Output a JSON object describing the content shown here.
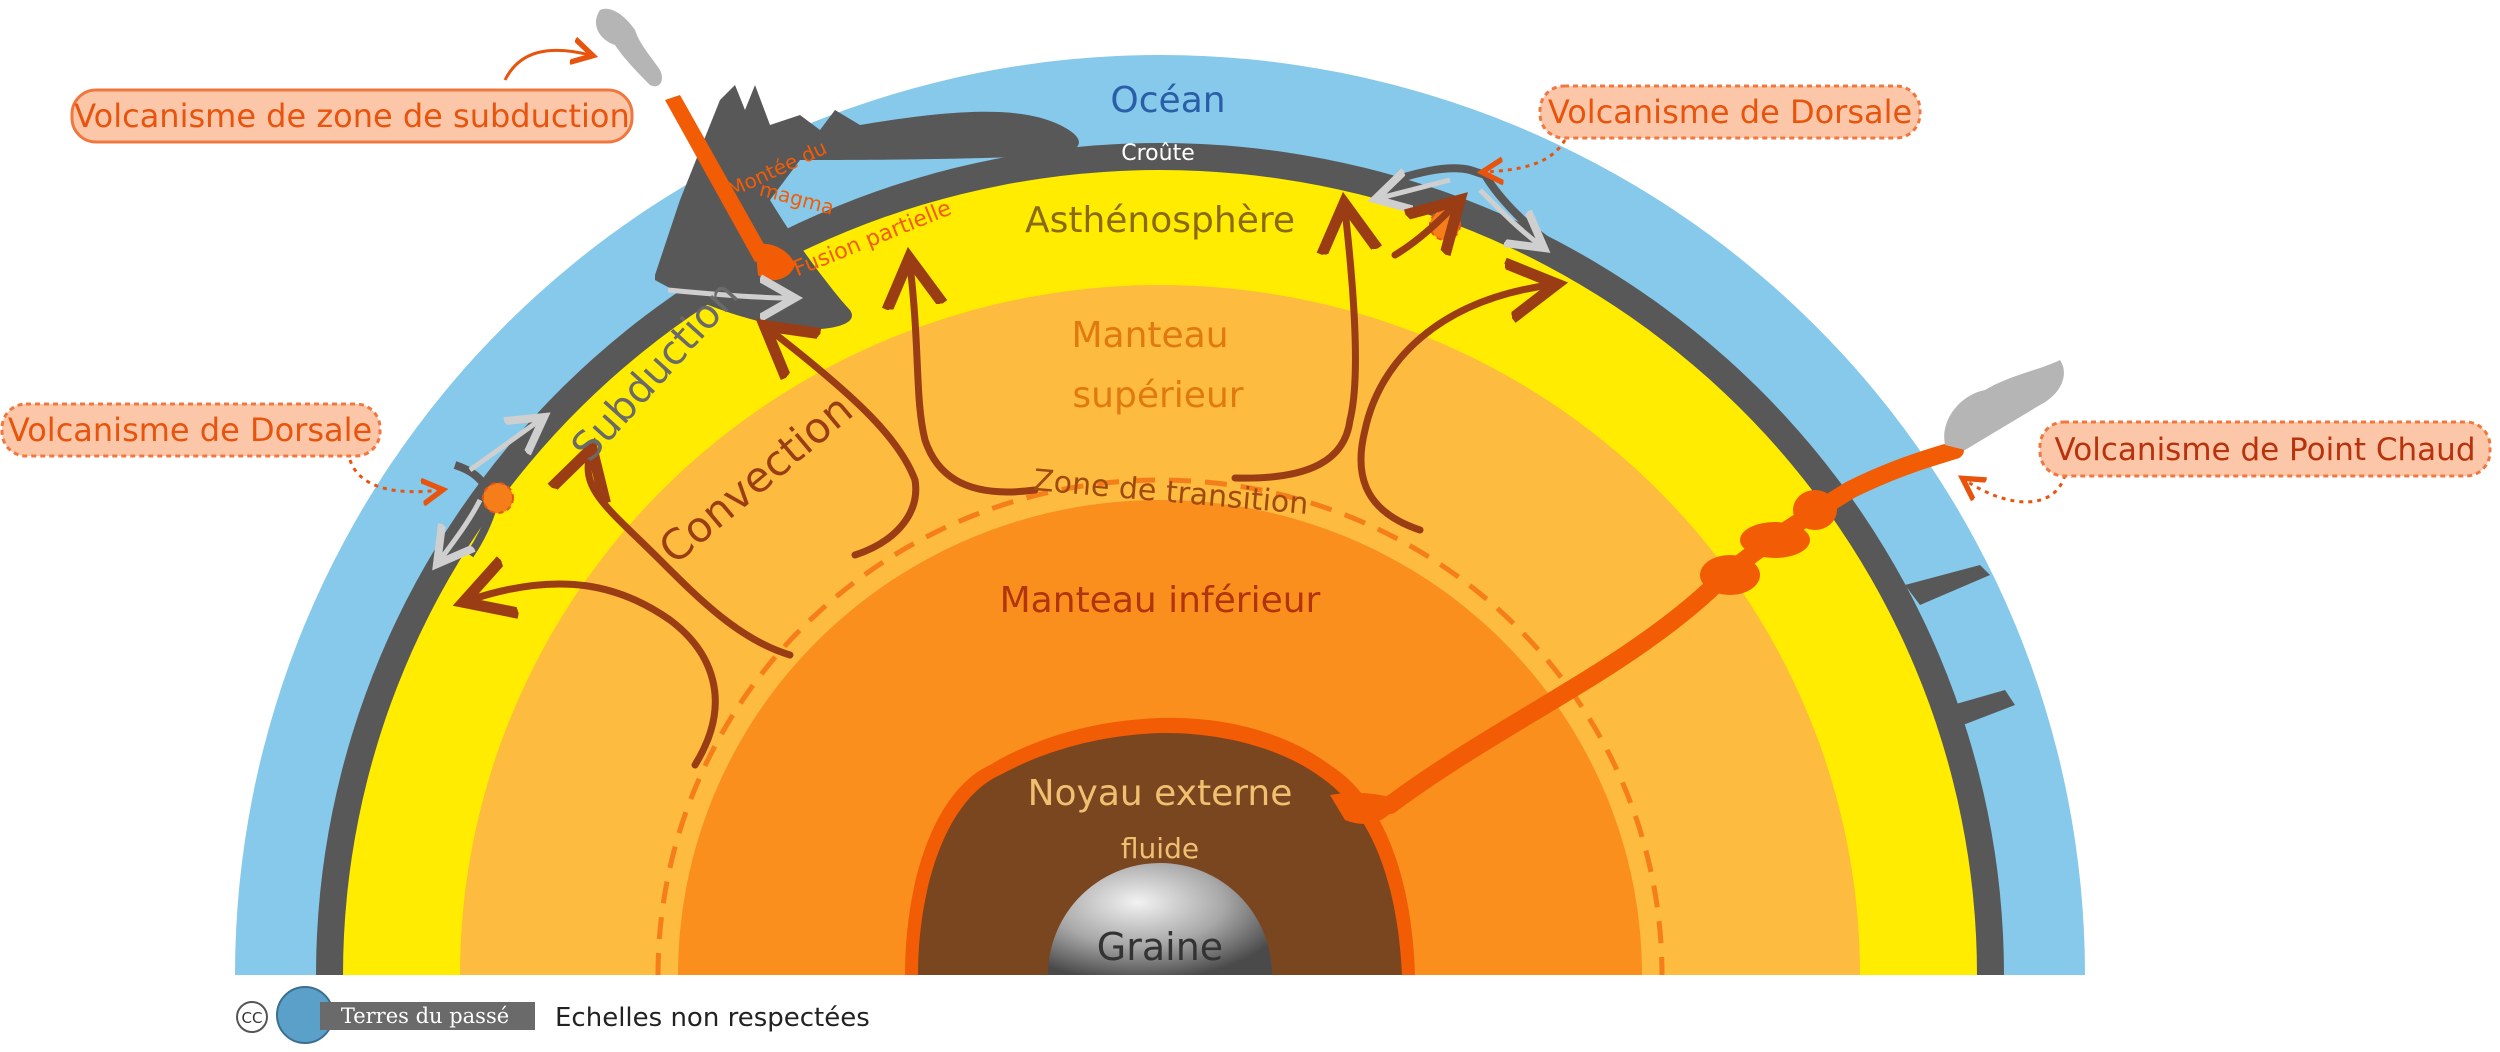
{
  "labels": {
    "ocean": "Océan",
    "croute": "Croûte",
    "asthenosphere": "Asthénosphère",
    "manteau_sup_1": "Manteau",
    "manteau_sup_2": "supérieur",
    "zone_transition": "Zone de transition",
    "manteau_inf": "Manteau inférieur",
    "noyau_1": "Noyau externe",
    "noyau_2": "fluide",
    "graine": "Graine",
    "subduction": "Subduction",
    "convection": "Convection",
    "montee_1": "Montée du",
    "montee_2": "magma",
    "fusion": "Fusion partielle"
  },
  "callouts": {
    "subduction_volcanism": "Volcanisme de zone de subduction",
    "ridge_right": "Volcanisme de Dorsale",
    "ridge_left": "Volcanisme de Dorsale",
    "hotspot": "Volcanisme de Point Chaud"
  },
  "footer": {
    "license": "CC",
    "brand": "Terres du passé",
    "note": "Echelles non respectées"
  },
  "colors": {
    "ocean": "#86c9ea",
    "crust": "#585858",
    "asthenosphere": "#ffec00",
    "upper_mantle": "#fdbb3f",
    "lower_mantle": "#fb8f1e",
    "outer_core": "#7a4620",
    "magma": "#f25c05",
    "convection_arrow": "#9a3d14",
    "callout_fill": "#fcc7a8",
    "callout_text": "#e8540d"
  }
}
